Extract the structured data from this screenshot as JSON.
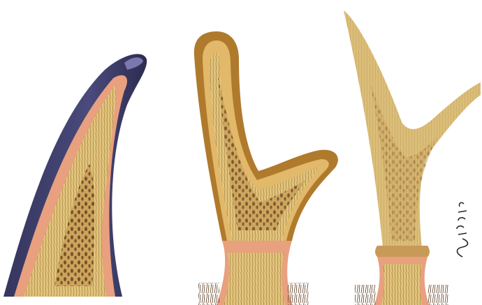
{
  "illustration": {
    "panels": [
      {
        "id": "horn",
        "description_label": ""
      },
      {
        "id": "velvet-antler",
        "description_label": ""
      },
      {
        "id": "hard-antler",
        "description_label": ""
      }
    ],
    "signature_text": "Sofie 95 ©",
    "colors": {
      "background": "#ffffff",
      "horn_sheath": "#3f3f6e",
      "horn_sheath_highlight": "#7d78b0",
      "skin_pink": "#e8a07e",
      "bone_core": "#e6cf8a",
      "bone_dark": "#8a5a2a",
      "velvet_brown": "#b07a2c",
      "antler_tan": "#d9bb78",
      "hair": "#6a4a2a"
    }
  }
}
